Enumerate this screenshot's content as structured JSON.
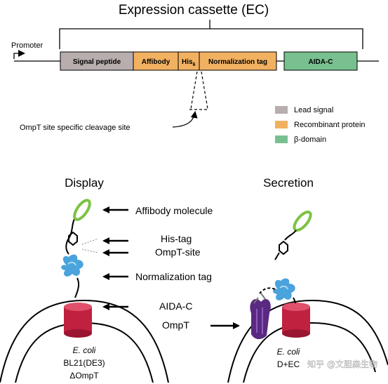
{
  "cassette": {
    "title": "Expression cassette (EC)",
    "promoter": "Promoter",
    "segments": {
      "signal_peptide": "Signal peptide",
      "affibody": "Affibody",
      "his": "His",
      "his_sub": "6",
      "normalization_tag": "Normalization tag",
      "aida_c": "AIDA-C"
    },
    "cleavage_label": "OmpT site specific cleavage site"
  },
  "legend": {
    "items": [
      {
        "label": "Lead signal",
        "color": "#b8aeae"
      },
      {
        "label": "Recombinant protein",
        "color": "#f2b161"
      },
      {
        "label": "β-domain",
        "color": "#78c08f"
      }
    ]
  },
  "display": {
    "title": "Display",
    "labels": {
      "affibody_molecule": "Affibody molecule",
      "his_tag": "His-tag",
      "ompt_site": "OmpT-site",
      "normalization_tag": "Normalization tag",
      "aida_c": "AIDA-C",
      "ompt": "OmpT"
    },
    "cell": {
      "organism": "E. coli",
      "strain": "BL21(DE3)",
      "genotype": "ΔOmpT"
    }
  },
  "secretion": {
    "title": "Secretion",
    "cell": {
      "organism": "E. coli",
      "strain": "D+EC"
    }
  },
  "watermark": "知乎 @文胆森生物",
  "colors": {
    "signal": "#b8aeae",
    "recombinant": "#f2b161",
    "beta": "#78c08f",
    "affibody": "#7dc242",
    "norm_tag": "#4aa3dc",
    "aida": "#c0213f",
    "ompt": "#5a2a82"
  }
}
